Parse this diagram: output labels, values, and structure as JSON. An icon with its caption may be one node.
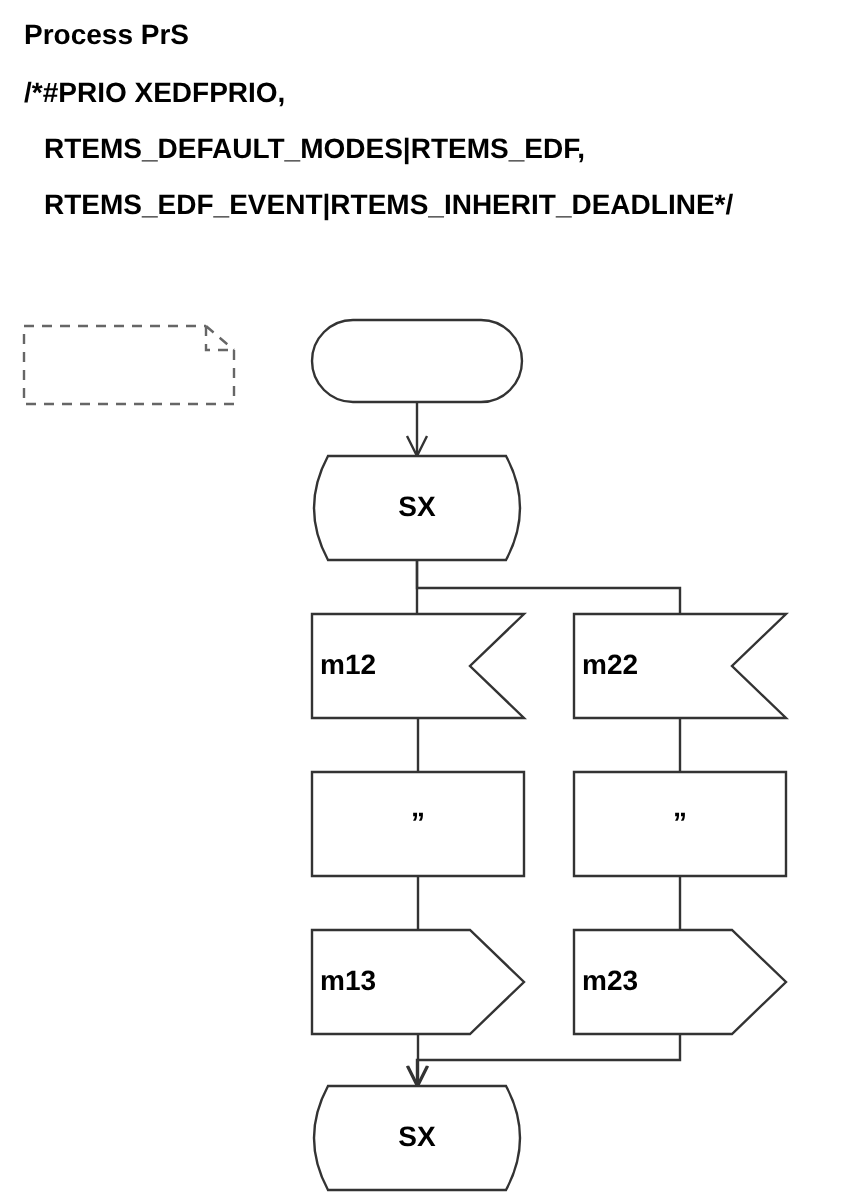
{
  "diagram": {
    "title": "Process PrS",
    "labels": [
      "/*#PRIO XEDFPRIO,",
      "RTEMS_DEFAULT_MODES|RTEMS_EDF,",
      "RTEMS_EDF_EVENT|RTEMS_INHERIT_DEADLINE*/"
    ],
    "nodes": [
      {
        "text": [],
        "shape": "note"
      },
      {
        "text": [],
        "shape": "oval"
      },
      {
        "text": [
          "SX"
        ]
      },
      {
        "text": [
          "m12"
        ]
      },
      {
        "text": [
          "m22"
        ]
      },
      {
        "text": [
          "”"
        ]
      },
      {
        "text": [
          "”"
        ]
      },
      {
        "text": [
          "m13"
        ]
      },
      {
        "text": [
          "m23"
        ]
      },
      {
        "text": [
          "SX"
        ]
      }
    ],
    "edges": [
      {
        "from": 1,
        "to": 2,
        "arrow": "to"
      },
      {
        "from": 2,
        "to": 3,
        "arrow": "none"
      },
      {
        "from": 2,
        "to": 4,
        "arrow": "none"
      },
      {
        "from": 3,
        "to": 5,
        "arrow": "none"
      },
      {
        "from": 4,
        "to": 6,
        "arrow": "none"
      },
      {
        "from": 5,
        "to": 7,
        "arrow": "none"
      },
      {
        "from": 6,
        "to": 8,
        "arrow": "none"
      },
      {
        "from": 7,
        "to": 9,
        "arrow": "to"
      },
      {
        "from": 8,
        "to": 9,
        "arrow": "to"
      }
    ]
  }
}
